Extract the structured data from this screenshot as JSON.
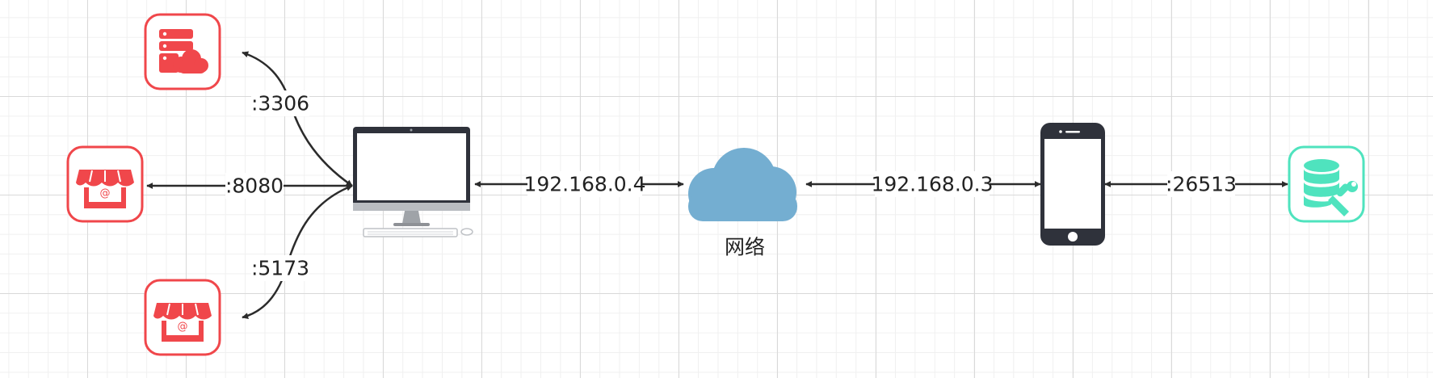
{
  "colors": {
    "service_red": "#f0474b",
    "database_teal": "#4fe3be",
    "cloud_blue": "#74aed1",
    "device_dark": "#2f323b",
    "edge": "#2b2b2b"
  },
  "nodes": {
    "server_cloud": {
      "icon": "server-cloud-icon"
    },
    "shop_8080": {
      "icon": "shop-at-icon"
    },
    "shop_5173": {
      "icon": "shop-at-icon"
    },
    "desktop": {
      "icon": "desktop-computer-icon"
    },
    "network": {
      "icon": "cloud-icon",
      "label": "网络"
    },
    "phone": {
      "icon": "smartphone-icon"
    },
    "database": {
      "icon": "database-wrench-icon"
    }
  },
  "edges": {
    "desktop_server": {
      "label": ":3306"
    },
    "desktop_shop_8080": {
      "label": ":8080"
    },
    "desktop_shop_5173": {
      "label": ":5173"
    },
    "desktop_network": {
      "label": "192.168.0.4"
    },
    "network_phone": {
      "label": "192.168.0.3"
    },
    "phone_database": {
      "label": ":26513"
    }
  }
}
